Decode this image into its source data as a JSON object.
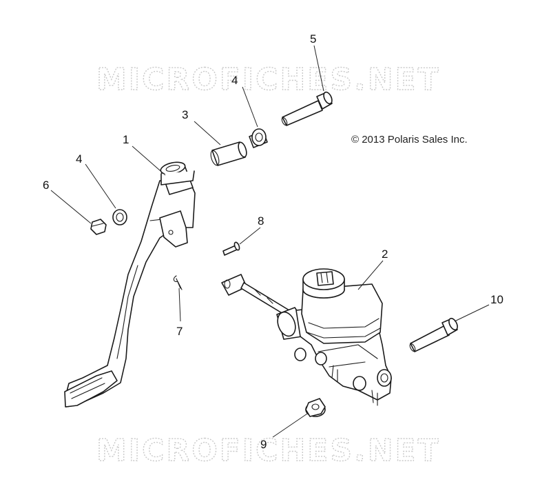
{
  "watermark_text": "MICROFICHES.NET",
  "copyright": "© 2013 Polaris Sales Inc.",
  "callouts": [
    "1",
    "2",
    "3",
    "4",
    "4",
    "5",
    "6",
    "7",
    "8",
    "9",
    "10"
  ]
}
